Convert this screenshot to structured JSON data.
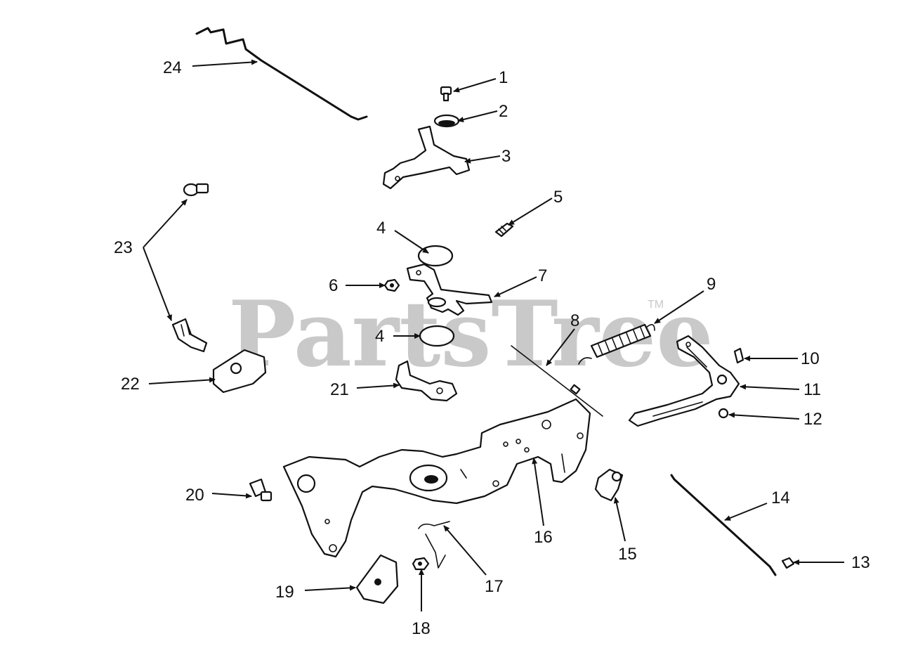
{
  "watermark": {
    "text": "PartsTree",
    "trademark": "TM"
  },
  "callouts": {
    "c1": "1",
    "c2": "2",
    "c3": "3",
    "c4a": "4",
    "c4b": "4",
    "c5": "5",
    "c6": "6",
    "c7": "7",
    "c8": "8",
    "c9": "9",
    "c10": "10",
    "c11": "11",
    "c12": "12",
    "c13": "13",
    "c14": "14",
    "c15": "15",
    "c16": "16",
    "c17": "17",
    "c18": "18",
    "c19": "19",
    "c20": "20",
    "c21": "21",
    "c22": "22",
    "c23": "23",
    "c24": "24"
  }
}
